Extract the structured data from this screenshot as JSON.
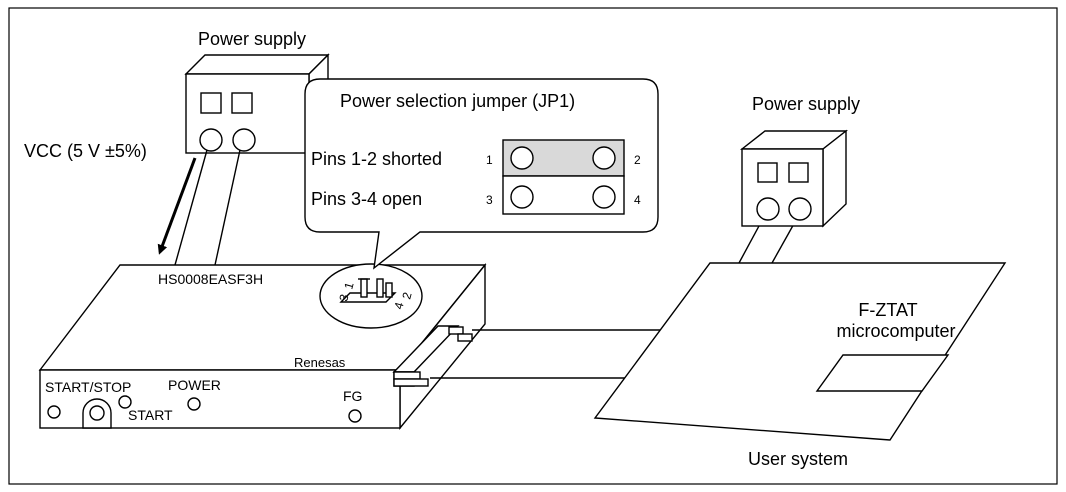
{
  "labels": {
    "power_supply_left": "Power supply",
    "power_supply_right": "Power supply",
    "vcc": "VCC (5 V ±5%)",
    "jumper_title": "Power selection jumper (JP1)",
    "pins_shorted": "Pins 1-2 shorted",
    "pins_open": "Pins 3-4 open",
    "pin1": "1",
    "pin2": "2",
    "pin3": "3",
    "pin4": "4",
    "device_model": "HS0008EASF3H",
    "brand": "Renesas",
    "start_stop": "START/STOP",
    "power": "POWER",
    "start": "START",
    "fg": "FG",
    "chip_line1": "F-ZTAT",
    "chip_line2": "microcomputer",
    "user_system": "User system"
  }
}
